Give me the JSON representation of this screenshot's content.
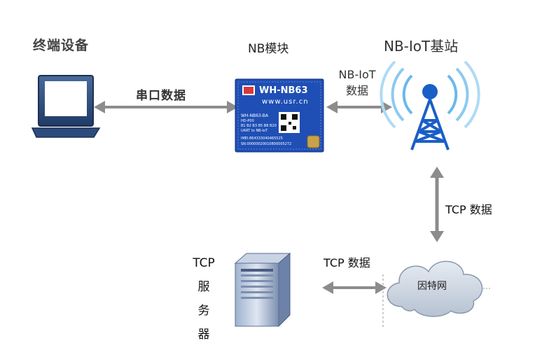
{
  "labels": {
    "terminal": "终端设备",
    "module": "NB模块",
    "station": "NB-IoT基站",
    "serial": "串口数据",
    "nbiot_line1": "NB-IoT",
    "nbiot_line2": "数据",
    "tcp_vertical": "TCP 数据",
    "tcp_horizontal": "TCP 数据",
    "server_line1": "TCP",
    "server_line2": "服",
    "server_line3": "务",
    "server_line4": "器",
    "cloud": "因特网"
  },
  "module": {
    "brand_name": "WH-NB63",
    "website": "www.usr.cn",
    "line1": "WH-NB63-BA",
    "line2": "HD-P00",
    "line3": "B1 B2 B3 B5 B8 B20",
    "line4": "UART to NB-IoT",
    "line5": "IMEI:864333040465525",
    "line6": "SN:00000020010800005272"
  },
  "colors": {
    "arrow": "#8c8c8c",
    "module_blue": "#1f4fb5",
    "tower_blue": "#1a5fc6",
    "wave_blue": "#6ab8ea",
    "cloud_fill": "#cbd5e1"
  }
}
